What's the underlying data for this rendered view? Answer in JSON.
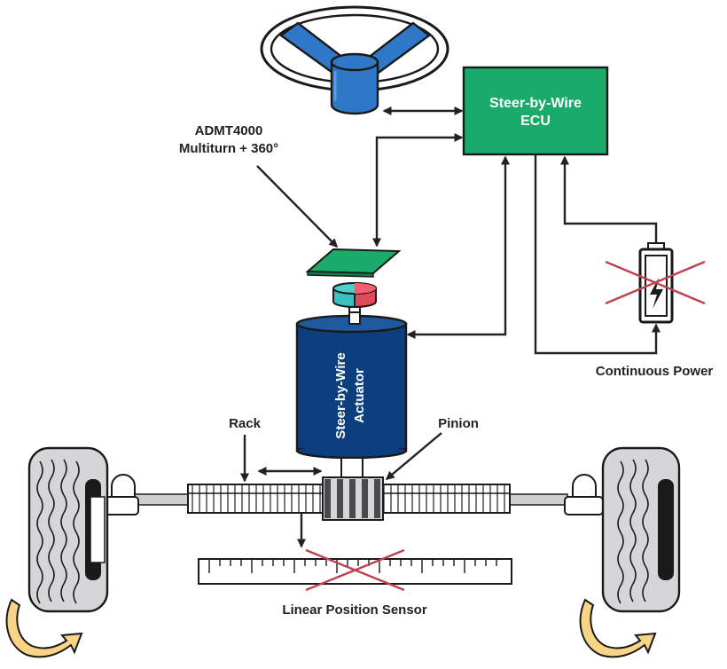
{
  "labels": {
    "ecu_line1": "Steer-by-Wire",
    "ecu_line2": "ECU",
    "sensor_line1": "ADMT4000",
    "sensor_line2": "Multiturn + 360°",
    "actuator_line1": "Steer-by-Wire",
    "actuator_line2": "Actuator",
    "continuous_power": "Continuous Power",
    "rack": "Rack",
    "pinion": "Pinion",
    "linear_position_sensor": "Linear Position Sensor"
  },
  "colors": {
    "ecu_green": "#1aaa6a",
    "actuator_blue": "#0d3f7e",
    "steering_blue": "#2f78c8",
    "magnet_red": "#e04a5a",
    "magnet_teal": "#3cc0c0",
    "cross_red": "#c04050",
    "arrow_yellow": "#f7d486",
    "tire_gray": "#d6d6d8"
  },
  "icons": [
    "steering-wheel-icon",
    "battery-icon",
    "magnet-icon"
  ]
}
